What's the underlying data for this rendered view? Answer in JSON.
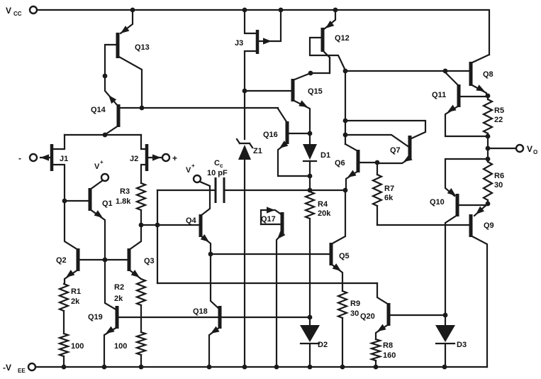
{
  "terminals": {
    "vcc": {
      "main": "V",
      "sub": "CC"
    },
    "vee": {
      "main": "-V",
      "sub": "EE"
    },
    "vout": {
      "main": "V",
      "sub": "O"
    },
    "vplus_left": {
      "main": "V",
      "sup": "+"
    },
    "vplus_mid": {
      "main": "V",
      "sup": "+"
    },
    "input_minus": "-",
    "input_plus": "+"
  },
  "transistors": {
    "j1": "J1",
    "j2": "J2",
    "j3": "J3",
    "q1": "Q1",
    "q2": "Q2",
    "q3": "Q3",
    "q4": "Q4",
    "q5": "Q5",
    "q6": "Q6",
    "q7": "Q7",
    "q8": "Q8",
    "q9": "Q9",
    "q10": "Q10",
    "q11": "Q11",
    "q12": "Q12",
    "q13": "Q13",
    "q14": "Q14",
    "q15": "Q15",
    "q16": "Q16",
    "q17": "Q17",
    "q18": "Q18",
    "q19": "Q19",
    "q20": "Q20"
  },
  "resistors": {
    "r1": {
      "name": "R1",
      "value": "2k"
    },
    "r2": {
      "name": "R2",
      "value": "2k"
    },
    "r3": {
      "name": "R3",
      "value": "1.8k"
    },
    "r4": {
      "name": "R4",
      "value": "20k"
    },
    "r5": {
      "name": "R5",
      "value": "22"
    },
    "r6": {
      "name": "R6",
      "value": "30"
    },
    "r7": {
      "name": "R7",
      "value": "6k"
    },
    "r8": {
      "name": "R8",
      "value": "160"
    },
    "r9": {
      "name": "R9",
      "value": "30"
    },
    "r1b": {
      "name": "",
      "value": "100"
    },
    "r2b": {
      "name": "",
      "value": "100"
    }
  },
  "diodes": {
    "d1": "D1",
    "d2": "D2",
    "d3": "D3",
    "z1": "Z1"
  },
  "capacitors": {
    "cc": {
      "main": "C",
      "sub": "c",
      "value": "10 pF"
    }
  }
}
